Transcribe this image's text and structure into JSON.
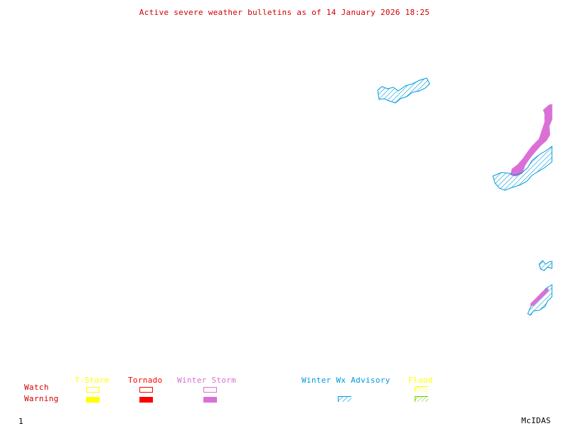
{
  "title": "Active severe weather bulletins as of 14 January 2026 18:25",
  "colors": {
    "title": "#d00000",
    "tstorm": "#ffff00",
    "tornado": "#ff0000",
    "winter_storm": "#da70d6",
    "winter_wx_advisory": "#0099dd",
    "flood_watch": "#ffff00",
    "flood_warning": "#66cc00",
    "row_label": "#d00000",
    "footer": "#000000"
  },
  "legend": {
    "rows": {
      "watch": "Watch",
      "warning": "Warning"
    },
    "categories": [
      {
        "key": "tstorm",
        "label": "T-Storm",
        "watch": "outline",
        "warning": "filled"
      },
      {
        "key": "tornado",
        "label": "Tornado",
        "watch": "outline",
        "warning": "filled"
      },
      {
        "key": "winter_storm",
        "label": "Winter Storm",
        "watch": "outline",
        "warning": "filled"
      },
      {
        "key": "winter_wx_advisory",
        "label": "Winter Wx Advisory",
        "watch": "none",
        "warning": "hatched"
      },
      {
        "key": "flood",
        "label": "Flood",
        "watch": "hatched",
        "warning": "hatched"
      }
    ]
  },
  "map": {
    "areas": [
      {
        "name": "winter-wx-advisory-area-1",
        "type": "Winter Wx Advisory"
      },
      {
        "name": "winter-storm-warning-area-1",
        "type": "Winter Storm Warning"
      },
      {
        "name": "winter-wx-advisory-area-2",
        "type": "Winter Wx Advisory"
      },
      {
        "name": "winter-wx-advisory-area-3",
        "type": "Winter Wx Advisory"
      },
      {
        "name": "winter-wx-advisory-area-4",
        "type": "Winter Wx Advisory"
      },
      {
        "name": "winter-storm-warning-area-2",
        "type": "Winter Storm Warning"
      }
    ]
  },
  "footer": {
    "frame": "1",
    "brand": "McIDAS"
  }
}
